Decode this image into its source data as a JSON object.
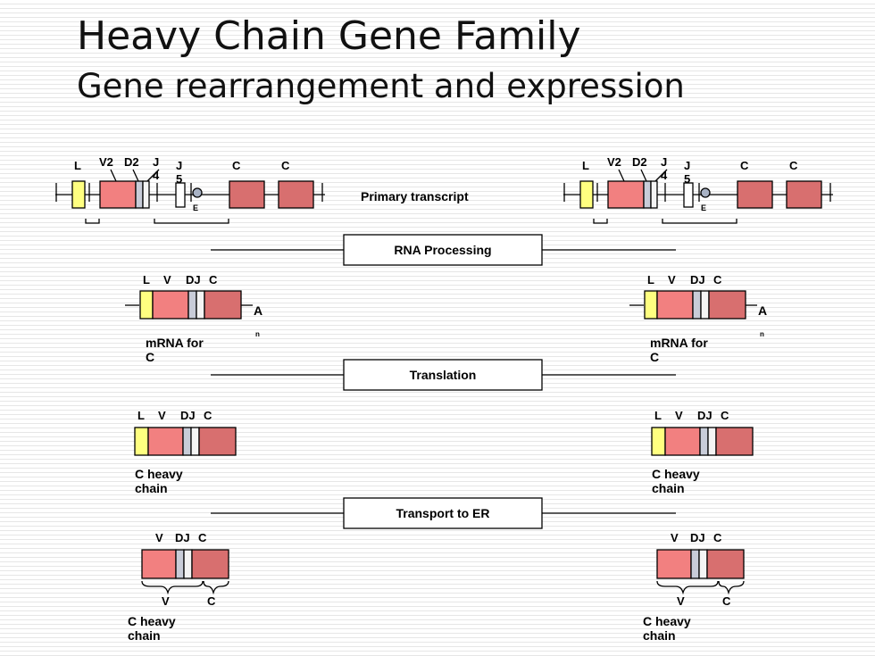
{
  "title": "Heavy Chain Gene Family",
  "subtitle": "Gene rearrangement and expression",
  "colors": {
    "leader": "#ffff80",
    "v_segment": "#f28080",
    "c_segment": "#d86f6f",
    "dj_segment": "#c8ccd8",
    "e_circle": "#a8b2c4",
    "line": "#000000"
  },
  "labels": {
    "L": "L",
    "V2": "V2",
    "D2": "D2",
    "J4": "J\n4",
    "J5": "J\n5",
    "C": "C",
    "E": "E",
    "V": "V",
    "DJ": "DJ",
    "A": "A",
    "n": "n"
  },
  "primary_transcript": "Primary transcript",
  "steps": [
    "RNA Processing",
    "Translation",
    "Transport to ER"
  ],
  "mrna_label": "mRNA for\nC",
  "heavy_chain_label": "C   heavy\nchain"
}
